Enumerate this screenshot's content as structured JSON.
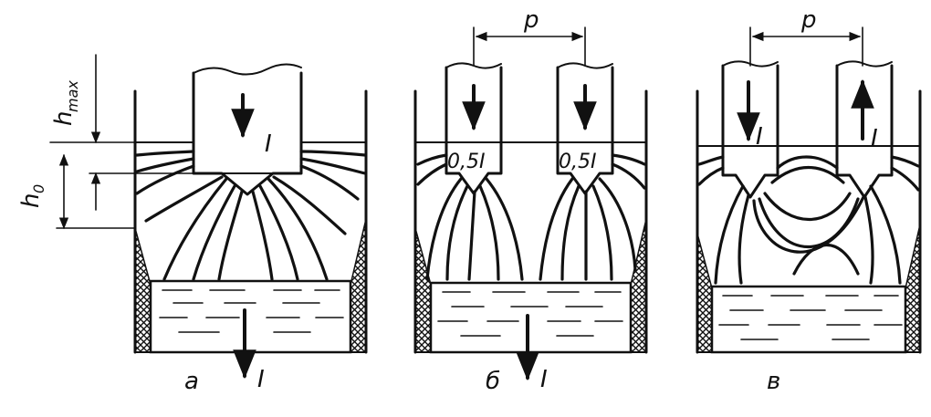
{
  "figure": {
    "panels": [
      {
        "caption": "а",
        "electrodes": [
          {
            "current_label": "I",
            "current_direction": "down"
          }
        ],
        "bottom_current_label": "I",
        "dimensions": {
          "h0_label": "h",
          "h0_sub": "0",
          "hmax_label": "h",
          "hmax_sub": "max"
        }
      },
      {
        "caption": "б",
        "spacing_label": "p",
        "electrodes": [
          {
            "current_label": "0,5I",
            "current_direction": "down"
          },
          {
            "current_label": "0,5I",
            "current_direction": "down"
          }
        ],
        "bottom_current_label": "I"
      },
      {
        "caption": "в",
        "spacing_label": "p",
        "electrodes": [
          {
            "current_label": "I",
            "current_direction": "down"
          },
          {
            "current_label": "I",
            "current_direction": "up"
          }
        ]
      }
    ]
  }
}
